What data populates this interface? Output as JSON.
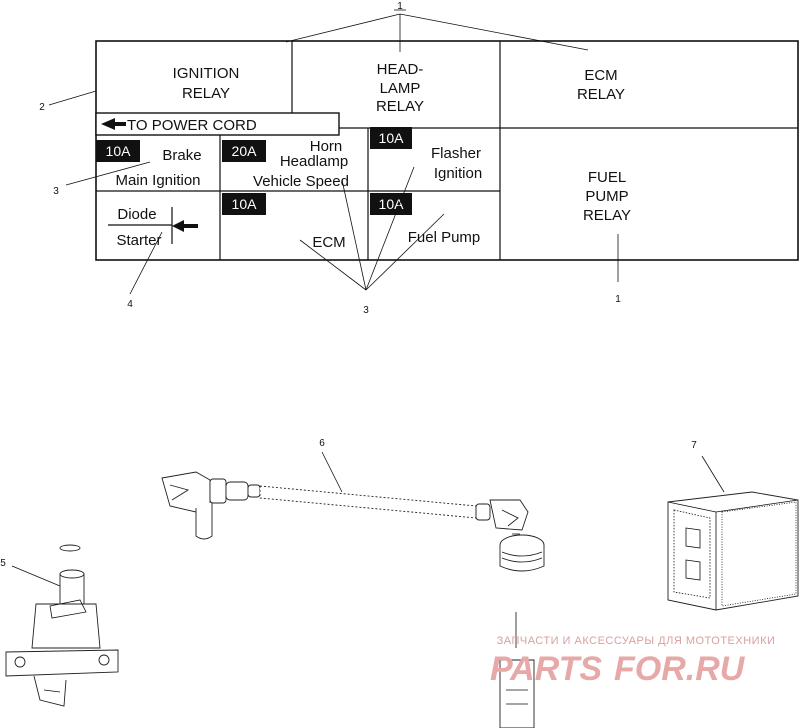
{
  "callouts": {
    "c1_top": "1",
    "c1_bottom": "1",
    "c2": "2",
    "c3_left": "3",
    "c3_mid": "3",
    "c4": "4",
    "c5": "5",
    "c6": "6",
    "c7": "7"
  },
  "relays": {
    "ignition": [
      "IGNITION",
      "RELAY"
    ],
    "headlamp": [
      "HEAD-",
      "LAMP",
      "RELAY"
    ],
    "ecm": [
      "ECM",
      "RELAY"
    ],
    "fuel_pump": [
      "FUEL",
      "PUMP",
      "RELAY"
    ]
  },
  "power_cord": "TO POWER CORD",
  "fuses": {
    "f1": {
      "rating": "10A",
      "lines": [
        "Brake",
        "Main Ignition"
      ]
    },
    "f2": {
      "rating": "20A",
      "lines": [
        "Horn",
        "Headlamp",
        "Vehicle Speed"
      ]
    },
    "f3": {
      "rating": "10A",
      "lines": [
        "Flasher",
        "Ignition"
      ]
    },
    "f4": {
      "rating": "10A",
      "lines": [
        "ECM"
      ]
    },
    "f5": {
      "rating": "10A",
      "lines": [
        "Fuel Pump"
      ]
    }
  },
  "diode": {
    "top": "Diode",
    "bottom": "Starter"
  },
  "watermark": {
    "caption": "ЗАПЧАСТИ И АКСЕССУАРЫ ДЛЯ МОТОТЕХНИКИ",
    "brand_left": "PARTS",
    "brand_right": "FOR.RU"
  }
}
